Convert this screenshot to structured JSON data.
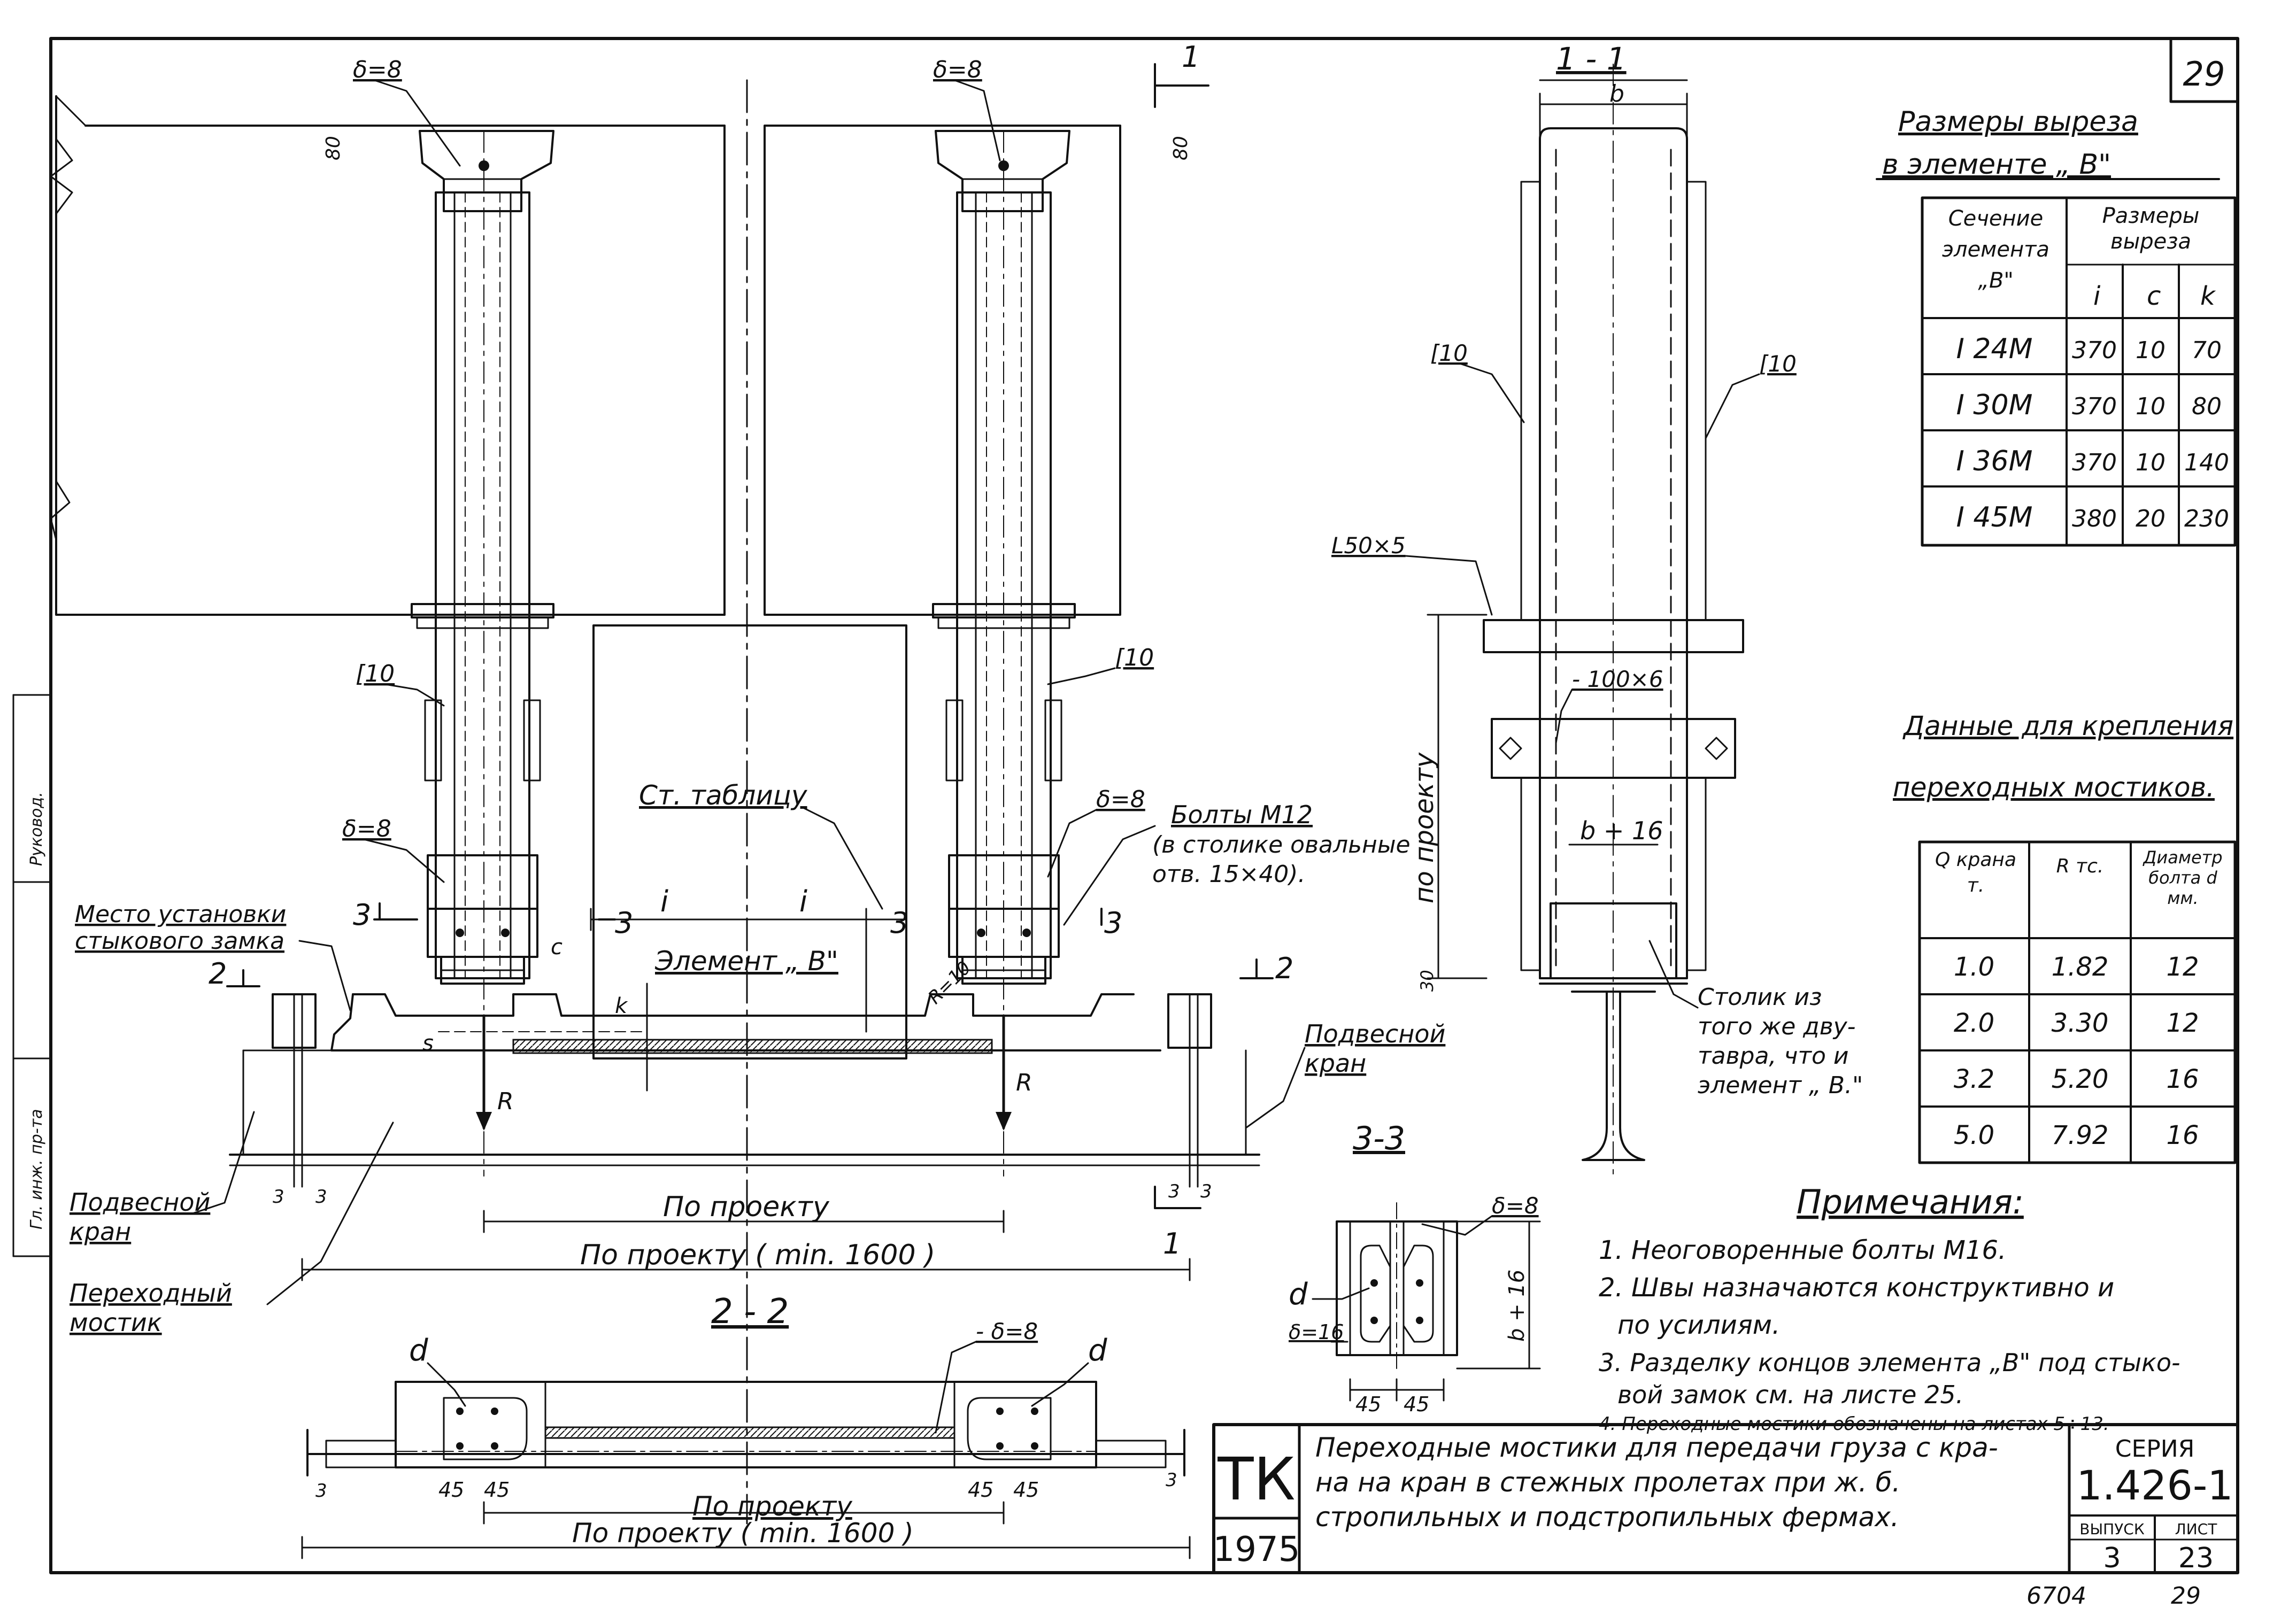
{
  "sheet_number": "29",
  "cut_tables": {
    "title_line1": "Размеры выреза",
    "title_line2": "в элементе „ В\"",
    "header_section": "Сечение элемента „В\"",
    "header_dims": "Размеры выреза",
    "col_i": "i",
    "col_c": "c",
    "col_k": "k",
    "rows": [
      {
        "section": "I 24M",
        "i": "370",
        "c": "10",
        "k": "70"
      },
      {
        "section": "I 30M",
        "i": "370",
        "c": "10",
        "k": "80"
      },
      {
        "section": "I 36M",
        "i": "370",
        "c": "10",
        "k": "140"
      },
      {
        "section": "I 45M",
        "i": "380",
        "c": "20",
        "k": "230"
      }
    ]
  },
  "fastening": {
    "title_line1": "Данные для крепления",
    "title_line2": "переходных мостиков.",
    "header_q": "Q крана т.",
    "header_r": "R тс.",
    "header_d": "Диаметр болта d мм.",
    "rows": [
      {
        "q": "1.0",
        "r": "1.82",
        "d": "12"
      },
      {
        "q": "2.0",
        "r": "3.30",
        "d": "12"
      },
      {
        "q": "3.2",
        "r": "5.20",
        "d": "16"
      },
      {
        "q": "5.0",
        "r": "7.92",
        "d": "16"
      }
    ]
  },
  "notes": {
    "title": "Примечания:",
    "items": [
      "1. Неоговоренные болты М16.",
      "2. Швы назначаются конструктивно и",
      "по усилиям.",
      "3. Разделку концов элемента „В\" под стыко-",
      "вой замок см. на листе 25.",
      "4. Переходные мостики обозначены на листах 5÷13."
    ]
  },
  "title_block": {
    "logo": "ТК",
    "year": "1975",
    "description_lines": [
      "Переходные мостики для передачи груза с кра-",
      "на на кран в стежных пролетах при ж. б.",
      "стропильных и подстропильных фермах."
    ],
    "series_label": "СЕРИЯ",
    "series_value": "1.426-1",
    "issue_label": "ВЫПУСК",
    "issue_value": "3",
    "sheet_label": "ЛИСТ",
    "sheet_value": "23",
    "below_left": "6704",
    "below_right": "29"
  },
  "labels": {
    "thk_top_left": "δ=8",
    "thk_top_right": "δ=8",
    "dim_80_left": "80",
    "dim_80_right": "80",
    "section_mark_1_top": "1",
    "c10_left": "[10",
    "c10_right": "[10",
    "thk_8_lower_left": "δ=8",
    "thk_8_lower_right": "δ=8",
    "see_table": "Ст. таблицу",
    "bolts_line1": "Болты М12",
    "bolts_line2": "(в столике овальные",
    "bolts_line3": "отв. 15×40).",
    "mount_place_line1": "Место установки",
    "mount_place_line2": "стыкового замка",
    "mark_3": "3",
    "mark_2": "2",
    "mark_1": "1",
    "dim_i": "i",
    "dim_c": "c",
    "dim_k": "k",
    "dim_s": "s",
    "element_b": "Элемент „ В\"",
    "r10": "R=10",
    "force_r": "R",
    "crane_right_line1": "Подвесной",
    "crane_right_line2": "кран",
    "crane_left_line1": "Подвесной",
    "crane_left_line2": "кран",
    "bridge_line1": "Переходный",
    "bridge_line2": "мостик",
    "by_project": "По проекту",
    "by_project_min": "По проекту  ( min. 1600 )",
    "section_11": "1 - 1",
    "dim_b": "b",
    "c10_s1_left": "[10",
    "c10_s1_right": "[10",
    "angle_l50": "L50×5",
    "plate_100x6": "- 100×6",
    "dim_b16": "b + 16",
    "by_project_vert": "по проекту",
    "dim_30": "30",
    "table_line1": "Столик из",
    "table_line2": "того же дву-",
    "table_line3": "тавра, что и",
    "table_line4": "элемент „ В.\"",
    "section_33": "3-3",
    "s33_thk8": "δ=8",
    "s33_d": "d",
    "s33_thk16": "δ=16",
    "s33_b16": "b + 16",
    "s33_45a": "45",
    "s33_45b": "45",
    "section_22": "2 - 2",
    "s22_d_left": "d",
    "s22_d_right": "d",
    "s22_thk8": "- δ=8",
    "s22_45": "45",
    "s22_by_project": "По проекту",
    "s22_by_project_min": "По проекту  ( min. 1600 )",
    "stamp_1": "Гл. инж. пр-та",
    "stamp_2": "Руковод."
  }
}
